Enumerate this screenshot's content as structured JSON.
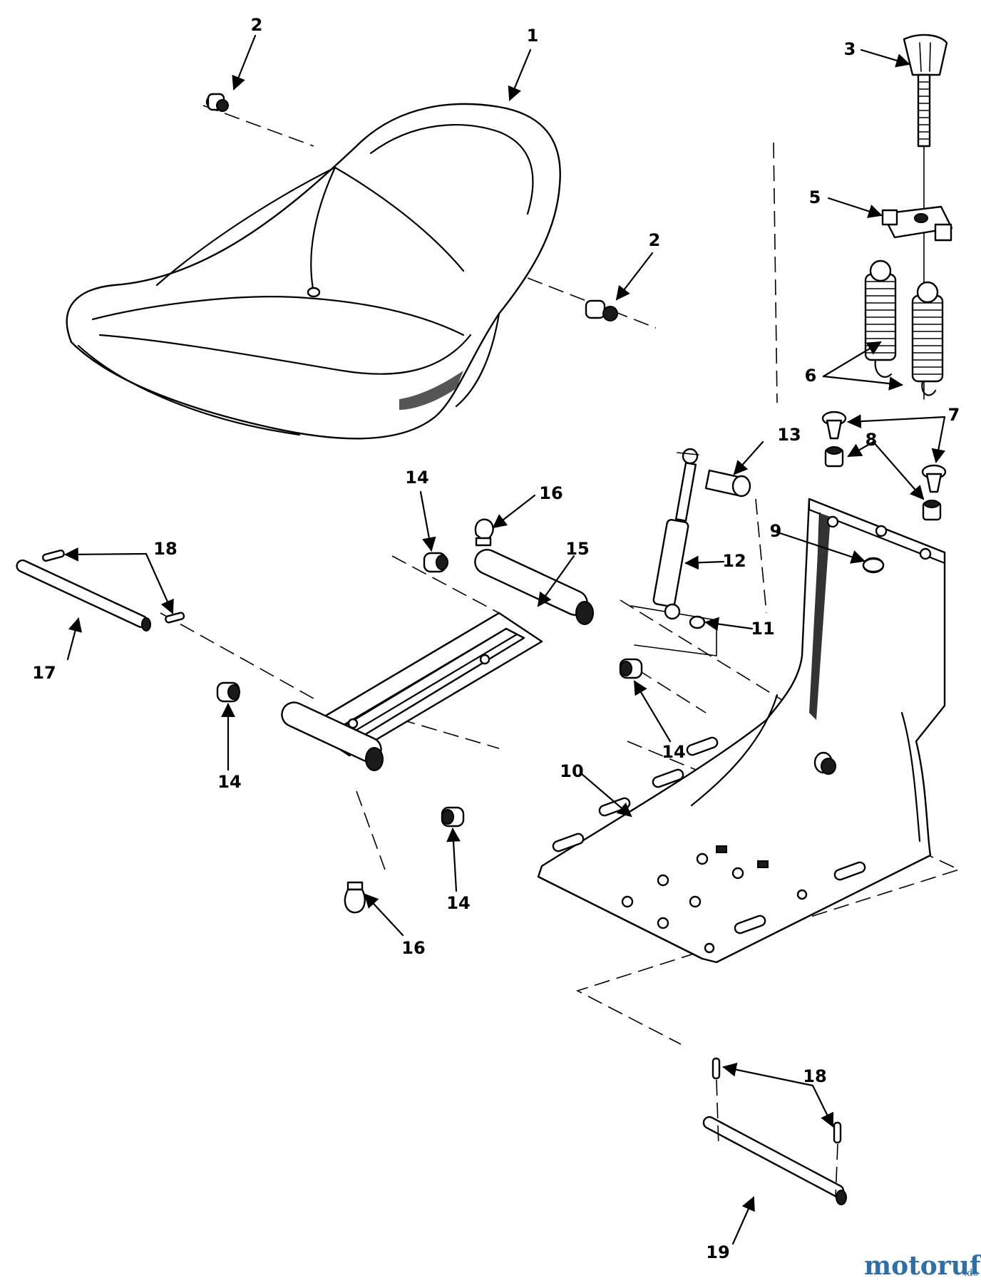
{
  "callouts": {
    "c1": "1",
    "c2a": "2",
    "c2b": "2",
    "c3": "3",
    "c5": "5",
    "c6": "6",
    "c7": "7",
    "c8": "8",
    "c9": "9",
    "c10": "10",
    "c11": "11",
    "c12": "12",
    "c13": "13",
    "c14a": "14",
    "c14b": "14",
    "c14c": "14",
    "c14d": "14",
    "c15": "15",
    "c16a": "16",
    "c16b": "16",
    "c17": "17",
    "c18a": "18",
    "c18b": "18",
    "c19": "19"
  },
  "watermark": {
    "main": "motoruf",
    "suffix": ".de"
  }
}
